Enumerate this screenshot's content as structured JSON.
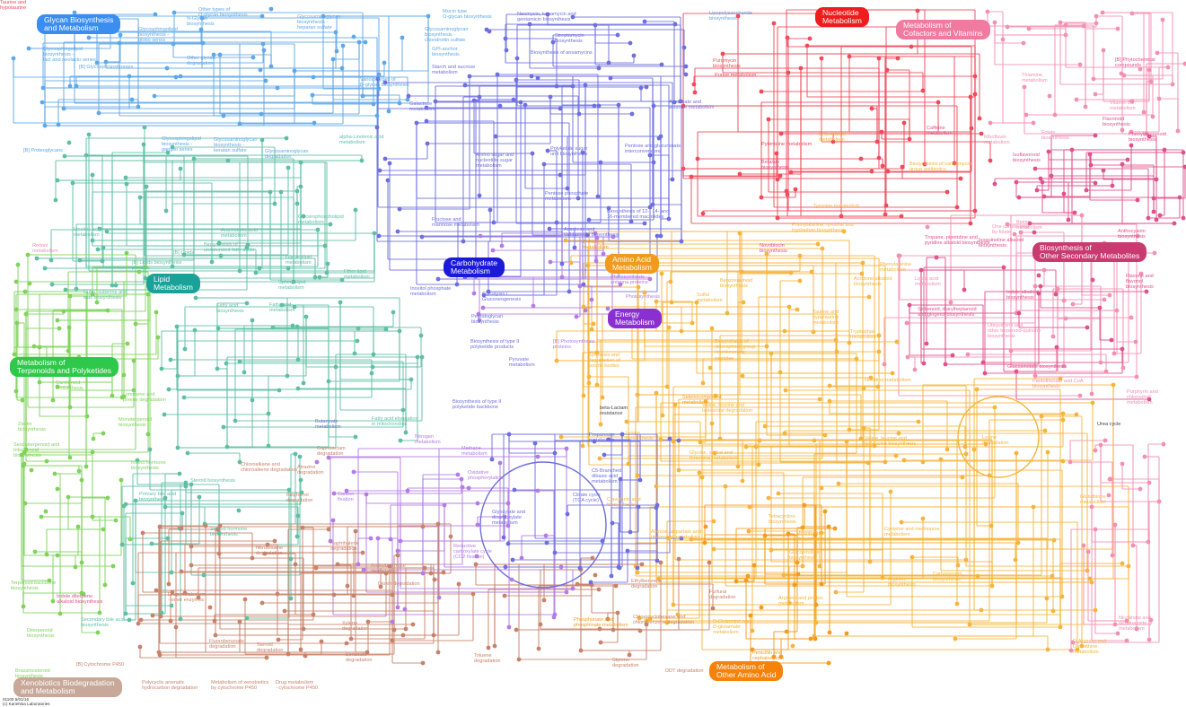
{
  "palette": {
    "glycan": "#5fa8e8",
    "carb": "#6e6ee0",
    "lipid": "#5fbfa2",
    "nucleotide": "#ef4a5a",
    "cofactor": "#f58fb0",
    "aminoacid": "#f6b43c",
    "energy": "#b47be6",
    "terpenoid": "#7fd35a",
    "secondary": "#e0508a",
    "xeno": "#c8826a",
    "otheraa": "#f59a1f",
    "lipidcat": "#1aa29a",
    "terpcat": "#2ec84a",
    "secondarycat": "#c83a70",
    "xenocat": "#c8a898",
    "carbcat": "#1a1ad8",
    "energycat": "#8a2fd0",
    "nucleotidecat": "#ee1c1c",
    "cofactorcat": "#f07aa0",
    "glycancat": "#3a8ef0",
    "aacat": "#f29a1e",
    "otheraacat": "#f5820a"
  },
  "categories": [
    {
      "id": "glycan",
      "text": "Glycan Biosynthesis\nand Metabolism",
      "color": "#3a8ef0"
    },
    {
      "id": "nucleotide",
      "text": "Nucleotide\nMetabolism",
      "color": "#ee1c1c"
    },
    {
      "id": "cofactor",
      "text": "Metabolism of\nCofactors and Vitamins",
      "color": "#f07aa0"
    },
    {
      "id": "secondary",
      "text": "Biosynthesis of\nOther Secondary Metabolites",
      "color": "#c83a70"
    },
    {
      "id": "carb",
      "text": "Carbohydrate\nMetabolism",
      "color": "#1a1ad8"
    },
    {
      "id": "aa",
      "text": "Amino Acid\nMetabolism",
      "color": "#f29a1e"
    },
    {
      "id": "energy",
      "text": "Energy\nMetabolism",
      "color": "#8a2fd0"
    },
    {
      "id": "lipid",
      "text": "Lipid\nMetabolism",
      "color": "#1aa29a"
    },
    {
      "id": "terp",
      "text": "Metabolism of\nTerpenoids and Polyketides",
      "color": "#2ec84a"
    },
    {
      "id": "xeno",
      "text": "Xenobiotics Biodegradation\nand Metabolism",
      "color": "#c8a898"
    },
    {
      "id": "otheraa",
      "text": "Metabolism of\nOther Amino Acid",
      "color": "#f5820a"
    }
  ],
  "pathway_labels": [
    {
      "text": "N-Glycan\nbiosynthesis",
      "color": "#5fa8e8"
    },
    {
      "text": "Other types of\nO-glycan biosynthesis",
      "color": "#5fa8e8"
    },
    {
      "text": "Glycosaminoglycan\nbiosynthesis -\nheparan sulfate",
      "color": "#5fa8e8"
    },
    {
      "text": "Mucin type\nO-glycan biosynthesis",
      "color": "#5fa8e8"
    },
    {
      "text": "Glycosaminoglycan\nbiosynthesis -\nchondroitin sulfate",
      "color": "#5fa8e8"
    },
    {
      "text": "Glycosphingolipid\nbiosynthesis -\nlact and neolacto series",
      "color": "#5fa8e8"
    },
    {
      "text": "Glycosphingolipid\nbiosynthesis -\nglobo series",
      "color": "#5fa8e8"
    },
    {
      "text": "Other glycan\ndegradation",
      "color": "#5fa8e8"
    },
    {
      "text": "[B] Glycosyltransferases",
      "color": "#5fa8e8"
    },
    {
      "text": "GPI-anchor\nbiosynthesis",
      "color": "#5fa8e8"
    },
    {
      "text": "Various types of\nN-glycan biosynthesis",
      "color": "#5fa8e8"
    },
    {
      "text": "Lipopolysaccharide\nbiosynthesis",
      "color": "#5fa8e8"
    },
    {
      "text": "[B] Proteoglycans",
      "color": "#5fa8e8"
    },
    {
      "text": "Glycosphingolipid\nbiosynthesis -\nganglio series",
      "color": "#5fa8e8"
    },
    {
      "text": "Glycosaminoglycan\nbiosynthesis -\nkeratan sulfate",
      "color": "#5fa8e8"
    },
    {
      "text": "Glycosaminoglycan\ndegradation",
      "color": "#5fa8e8"
    },
    {
      "text": "Neomycin, kanamycin and\ngentamicin biosynthesis",
      "color": "#6e6ee0"
    },
    {
      "text": "Streptomycin\nbiosynthesis",
      "color": "#6e6ee0"
    },
    {
      "text": "Starch and sucrose\nmetabolism",
      "color": "#6e6ee0"
    },
    {
      "text": "Galactose\nmetabolism",
      "color": "#6e6ee0"
    },
    {
      "text": "Ascorbate and\naldarate metabolism",
      "color": "#6e6ee0"
    },
    {
      "text": "Pentose and glucuronate\ninterconversions",
      "color": "#6e6ee0"
    },
    {
      "text": "Polyketide sugar\nunit biosynthesis",
      "color": "#6e6ee0"
    },
    {
      "text": "Amino sugar and\nnucleotide sugar\nmetabolism",
      "color": "#6e6ee0"
    },
    {
      "text": "Pentose phosphate\nmetabolism",
      "color": "#6e6ee0"
    },
    {
      "text": "Fructose and\nmannose metabolism",
      "color": "#6e6ee0"
    },
    {
      "text": "Inositol phosphate\nmetabolism",
      "color": "#6e6ee0"
    },
    {
      "text": "Glycolysis /\nGluconeogenesis",
      "color": "#6e6ee0"
    },
    {
      "text": "Peptidoglycan\nbiosynthesis",
      "color": "#6e6ee0"
    },
    {
      "text": "Biosynthesis of type II\npolyketide products",
      "color": "#6e6ee0"
    },
    {
      "text": "Pyruvate\nmetabolism",
      "color": "#6e6ee0"
    },
    {
      "text": "Biosynthesis of 12-, 14- and\n16-membered macrolides",
      "color": "#6e6ee0"
    },
    {
      "text": "Acarbose and\nvalidamycin biosynthesis",
      "color": "#6e6ee0"
    },
    {
      "text": "Biosynthesis of type II\npolyketide backbone",
      "color": "#6e6ee0"
    },
    {
      "text": "Propanoate\nmetabolism",
      "color": "#6e6ee0"
    },
    {
      "text": "C5-Branched\ndibasic acid\nmetabolism",
      "color": "#6e6ee0"
    },
    {
      "text": "Citrate cycle\n(TCA cycle)",
      "color": "#6e6ee0"
    },
    {
      "text": "Glyoxylate and\ndicarboxylate\nmetabolism",
      "color": "#6e6ee0"
    },
    {
      "text": "Butanoate\nmetabolism",
      "color": "#6e6ee0"
    },
    {
      "text": "Biosynthesis of ansamycins",
      "color": "#6e6ee0"
    },
    {
      "text": "alpha-Linolenic acid\nmetabolism",
      "color": "#5fbfa2"
    },
    {
      "text": "Glycerophospholipid\nmetabolism",
      "color": "#5fbfa2"
    },
    {
      "text": "Linoleic acid\nmetabolism",
      "color": "#5fbfa2"
    },
    {
      "text": "Arachidonic acid\nmetabolism",
      "color": "#5fbfa2"
    },
    {
      "text": "Biosynthesis of\nunsaturated fatty acids",
      "color": "#5fbfa2"
    },
    {
      "text": "Glycerolipid\nmetabolism",
      "color": "#5fbfa2"
    },
    {
      "text": "Ether lipid\nmetabolism",
      "color": "#5fbfa2"
    },
    {
      "text": "Sphingolipid\nmetabolism",
      "color": "#5fbfa2"
    },
    {
      "text": "[B] Lipids",
      "color": "#5fbfa2"
    },
    {
      "text": "[B] Lipids biosynthesis\nproteins",
      "color": "#5fbfa2"
    },
    {
      "text": "Fatty acid\nbiosynthesis",
      "color": "#5fbfa2"
    },
    {
      "text": "Fatty acid\nmetabolism",
      "color": "#5fbfa2"
    },
    {
      "text": "Fatty acid elongation\nin mitochondria",
      "color": "#5fbfa2"
    },
    {
      "text": "Primary bile acid\nbiosynthesis",
      "color": "#5fbfa2"
    },
    {
      "text": "Steroid biosynthesis",
      "color": "#5fbfa2"
    },
    {
      "text": "Steroid hormone\nbiosynthesis",
      "color": "#5fbfa2"
    },
    {
      "text": "Secondary bile acid\nbiosynthesis",
      "color": "#5fbfa2"
    },
    {
      "text": "Purine metabolism",
      "color": "#ef4a5a"
    },
    {
      "text": "Pyrimidine metabolism",
      "color": "#ef4a5a"
    },
    {
      "text": "Puromycin\nbiosynthesis",
      "color": "#ef4a5a"
    },
    {
      "text": "beta-Alanine\nmetabolism",
      "color": "#f6b43c"
    },
    {
      "text": "Thiamine\nmetabolism",
      "color": "#f58fb0"
    },
    {
      "text": "Vitamin B6\nmetabolism",
      "color": "#f58fb0"
    },
    {
      "text": "Riboflavin\nmetabolism",
      "color": "#f58fb0"
    },
    {
      "text": "Folate\nbiosynthesis",
      "color": "#f58fb0"
    },
    {
      "text": "One carbon pool\nby folate",
      "color": "#f58fb0"
    },
    {
      "text": "Retinol\nmetabolism",
      "color": "#f58fb0"
    },
    {
      "text": "Ubiquinone and\nother terpenoid-quinone\nbiosynthesis",
      "color": "#f58fb0"
    },
    {
      "text": "Pantothenate and CoA\nbiosynthesis",
      "color": "#f58fb0"
    },
    {
      "text": "Nicotinate and\nnicotinamide\nmetabolism",
      "color": "#f58fb0"
    },
    {
      "text": "Porphyrin and\nchlorophyll\nmetabolism",
      "color": "#f58fb0"
    },
    {
      "text": "Biotin\nmetabolism",
      "color": "#f58fb0"
    },
    {
      "text": "[B] Phytochemical\ncompounds",
      "color": "#e0508a"
    },
    {
      "text": "Flavonoid\nbiosynthesis",
      "color": "#e0508a"
    },
    {
      "text": "Phenylpropanoid\nbiosynthesis",
      "color": "#e0508a"
    },
    {
      "text": "Caffeine\nmetabolism",
      "color": "#e0508a"
    },
    {
      "text": "Isoflavonoid\nbiosynthesis",
      "color": "#e0508a"
    },
    {
      "text": "Anthocyanin\nbiosynthesis",
      "color": "#e0508a"
    },
    {
      "text": "Isoquinoline alkaloid\nbiosynthesis",
      "color": "#e0508a"
    },
    {
      "text": "Flavone and\nflavonol\nbiosynthesis",
      "color": "#e0508a"
    },
    {
      "text": "Indole alkaloid\nbiosynthesis",
      "color": "#e0508a"
    },
    {
      "text": "Stilbenoid, diarylheptanoid\nand gingerol biosynthesis",
      "color": "#e0508a"
    },
    {
      "text": "Glucosinolate biosynthesis",
      "color": "#e0508a"
    },
    {
      "text": "Tropane, piperidine and\npyridine alkaloid biosynthesis",
      "color": "#e0508a"
    },
    {
      "text": "Novobiocin\nbiosynthesis",
      "color": "#e0508a"
    },
    {
      "text": "Betalain\nbiosynthesis",
      "color": "#e0508a"
    },
    {
      "text": "Biosynthesis of vancomycin\ngroup antibiotics",
      "color": "#f6b43c"
    },
    {
      "text": "Tyrosine metabolism",
      "color": "#f6b43c"
    },
    {
      "text": "Phenylalanine, tyrosine and\ntryptophan biosynthesis",
      "color": "#f6b43c"
    },
    {
      "text": "Phenylalanine\nmetabolism",
      "color": "#f6b43c"
    },
    {
      "text": "Acridone alkaloid\nbiosynthesis",
      "color": "#f6b43c"
    },
    {
      "text": "Taurine and\nhypotaurine\nmetabolism",
      "color": "#f6b43c"
    },
    {
      "text": "Tryptophan\nmetabolism",
      "color": "#f6b43c"
    },
    {
      "text": "Benzoxazinoid\nbiosynthesis",
      "color": "#f6b43c"
    },
    {
      "text": "Sulfur\nmetabolism",
      "color": "#f6b43c"
    },
    {
      "text": "Biosynthesis of\nsiderophore group\nnonribosomal\npeptides",
      "color": "#f6b43c"
    },
    {
      "text": "Histidine metabolism",
      "color": "#f6b43c"
    },
    {
      "text": "Valine, leucine and\nisoleucine biosynthesis",
      "color": "#f6b43c"
    },
    {
      "text": "Valine, leucine and\nisoleucine degradation",
      "color": "#f6b43c"
    },
    {
      "text": "Glycine, serine and\nthreonine metabolism",
      "color": "#f6b43c"
    },
    {
      "text": "Lysine\nbiosynthesis",
      "color": "#f6b43c"
    },
    {
      "text": "Lysine\ndegradation",
      "color": "#f6b43c"
    },
    {
      "text": "Urea cycle",
      "color": "#444444"
    },
    {
      "text": "Clavulanic acid\nbiosynthesis",
      "color": "#f6b43c"
    },
    {
      "text": "Alanine, aspartate and\nglutamate metabolism",
      "color": "#f6b43c"
    },
    {
      "text": "Tetracycline\nbiosynthesis",
      "color": "#f6b43c"
    },
    {
      "text": "Monobactam\nbiosynthesis",
      "color": "#f6b43c"
    },
    {
      "text": "Cysteine and methionine\nmetabolism",
      "color": "#f6b43c"
    },
    {
      "text": "Glucosinolate\nbiosynthesis",
      "color": "#f6b43c"
    },
    {
      "text": "Arginine\nbiosynthesis",
      "color": "#f6b43c"
    },
    {
      "text": "Carbapenem\nbiosynthesis",
      "color": "#f6b43c"
    },
    {
      "text": "Arginine and proline\nmetabolism",
      "color": "#f6b43c"
    },
    {
      "text": "Glutathione\nmetabolism",
      "color": "#f6b43c"
    },
    {
      "text": "D-Arginine and\nD-ornithine\nmetabolism",
      "color": "#f6b43c"
    },
    {
      "text": "D-Glutamine and\nD-glutamate\nmetabolism",
      "color": "#f6b43c"
    },
    {
      "text": "Penicillin and\ncephalosporin\nbiosynthesis",
      "color": "#f59a1f"
    },
    {
      "text": "beta-Lactam\nresistance",
      "color": "#444444"
    },
    {
      "text": "Selenocompound\nmetabolism",
      "color": "#f59a1f"
    },
    {
      "text": "Synthesis and\ndegradation of\nketone bodies",
      "color": "#f6b43c"
    },
    {
      "text": "D-Alanine\nmetabolism",
      "color": "#f59a1f"
    },
    {
      "text": "Photosynthesis -\nantenna proteins",
      "color": "#b47be6"
    },
    {
      "text": "Photosynthesis",
      "color": "#b47be6"
    },
    {
      "text": "[B] Photosynthesis\nproteins",
      "color": "#b47be6"
    },
    {
      "text": "Phosphonate and\nphosphinate metabolism",
      "color": "#f59a1f"
    },
    {
      "text": "Oxidative\nphosphorylation",
      "color": "#b47be6"
    },
    {
      "text": "Carbon\nfixation",
      "color": "#b47be6"
    },
    {
      "text": "Methane\nmetabolism",
      "color": "#b47be6"
    },
    {
      "text": "Reductive\ncarboxylate cycle\n(CO2 fixation)",
      "color": "#b47be6"
    },
    {
      "text": "Nitrogen\nmetabolism",
      "color": "#b47be6"
    },
    {
      "text": "Cutin, suberine and\nwax biosynthesis",
      "color": "#5fbfa2"
    },
    {
      "text": "Carotenoid\nbiosynthesis",
      "color": "#7fd35a"
    },
    {
      "text": "Limonene and\npinene degradation",
      "color": "#7fd35a"
    },
    {
      "text": "Monoterpenoid\nbiosynthesis",
      "color": "#7fd35a"
    },
    {
      "text": "Zeatin\nbiosynthesis",
      "color": "#7fd35a"
    },
    {
      "text": "Sesquiterpenoid and\ntriterpenoid\nbiosynthesis",
      "color": "#7fd35a"
    },
    {
      "text": "Insect hormone\nbiosynthesis",
      "color": "#7fd35a"
    },
    {
      "text": "Terpenoid backbone\nbiosynthesis",
      "color": "#7fd35a"
    },
    {
      "text": "Indole diterpene\nalkaloid biosynthesis",
      "color": "#e0508a"
    },
    {
      "text": "Diterpenoid\nbiosynthesis",
      "color": "#7fd35a"
    },
    {
      "text": "Brassinosteroid\nbiosynthesis",
      "color": "#7fd35a"
    },
    {
      "text": "[B] Cytochrome P450",
      "color": "#c8826a"
    },
    {
      "text": "Polycyclic aromatic\nhydrocarbon degradation",
      "color": "#c8826a"
    },
    {
      "text": "Metabolism of xenobiotics\nby cytochrome P450",
      "color": "#c8826a"
    },
    {
      "text": "Drug metabolism\n- cytochrome P450",
      "color": "#c8826a"
    },
    {
      "text": "Drug metabolism\n- other enzymes",
      "color": "#c8826a"
    },
    {
      "text": "Fluorobenzoate\ndegradation",
      "color": "#c8826a"
    },
    {
      "text": "Steroid\ndegradation",
      "color": "#c8826a"
    },
    {
      "text": "Nitrotoluene\ndegradation",
      "color": "#c8826a"
    },
    {
      "text": "Naphthalene\ndegradation",
      "color": "#c8826a"
    },
    {
      "text": "Aminobenzoate\ndegradation",
      "color": "#c8826a"
    },
    {
      "text": "Dioxin degradation",
      "color": "#c8826a"
    },
    {
      "text": "Xylene\ndegradation",
      "color": "#c8826a"
    },
    {
      "text": "Benzoate\ndegradation",
      "color": "#c8826a"
    },
    {
      "text": "Toluene\ndegradation",
      "color": "#c8826a"
    },
    {
      "text": "Ethylbenzene\ndegradation",
      "color": "#c8826a"
    },
    {
      "text": "Chlorocyclohexane and\nchlorobenzene degradation",
      "color": "#c8826a"
    },
    {
      "text": "Styrene\ndegradation",
      "color": "#c8826a"
    },
    {
      "text": "DDT degradation",
      "color": "#c8826a"
    },
    {
      "text": "Furfural\ndegradation",
      "color": "#c8826a"
    },
    {
      "text": "Bisphenol\ndegradation",
      "color": "#c8826a"
    },
    {
      "text": "Atrazine\ndegradation",
      "color": "#c8826a"
    },
    {
      "text": "Caprolactam\ndegradation",
      "color": "#c8826a"
    },
    {
      "text": "Chloroalkane and\nchloroalkene degradation",
      "color": "#c8826a"
    },
    {
      "text": "Lipoic acid\nmetabolism",
      "color": "#f58fb0"
    },
    {
      "text": "Taurine and\nhypotaurine",
      "color": "#ef4a5a"
    }
  ],
  "footer": {
    "line1": "01100 5/01/16",
    "line2": "(c) Kanehisa Laboratories"
  }
}
